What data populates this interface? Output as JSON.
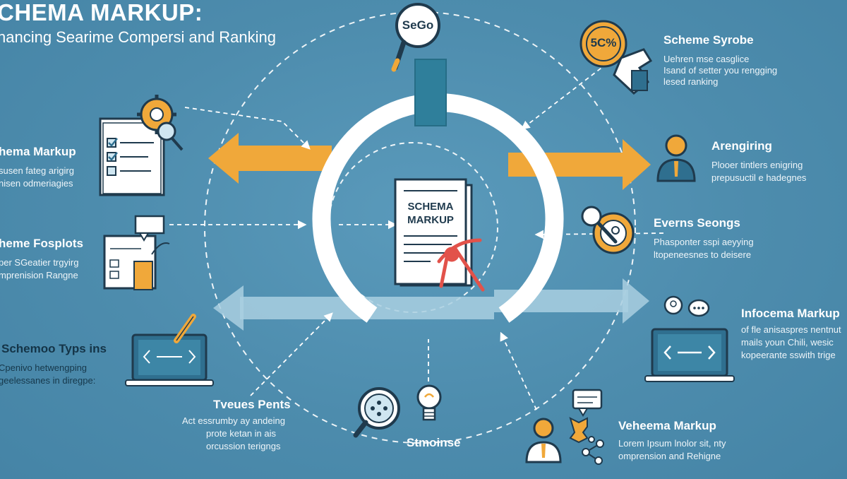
{
  "header": {
    "title": "CHEMA MARKUP:",
    "subtitle": "hancing Searime Compersi and Ranking"
  },
  "center": {
    "document_line1": "SCHEMA",
    "document_line2": "MARKUP"
  },
  "badges": {
    "search_label": "SeGo",
    "percent_label": "5C%"
  },
  "left_blocks": [
    {
      "title": "hema Markup",
      "desc": [
        "susen fateg arigirg",
        "nisen odmeriagies"
      ]
    },
    {
      "title": "heme Fosplots",
      "desc": [
        "per SGeatier trgyirg",
        "mprenision Rangne"
      ]
    },
    {
      "title": "Schemoo Typs ins",
      "desc": [
        "Cpenivo hetwengping",
        "geelessanes in diregpe:"
      ]
    }
  ],
  "right_blocks": [
    {
      "title": "Scheme Syrobe",
      "desc": [
        "Uehren mse casglice",
        "Isand of setter you rengging",
        "lesed ranking"
      ]
    },
    {
      "title": "Arengiring",
      "desc": [
        "Plooer tintlers enigring",
        "prepusuctil e hadegnes"
      ]
    },
    {
      "title": "Everns Seongs",
      "desc": [
        "Phasponter sspi aeyying",
        "ltopeneesnes to deisere"
      ]
    },
    {
      "title": "Infocema Markup",
      "desc": [
        "of fle anisaspres nentnut",
        "mails youn Chili, wesic",
        "kopeerante sswith trige"
      ]
    }
  ],
  "bottom_blocks": [
    {
      "title": "Tveues Pents",
      "desc": [
        "Act essrumby ay andeing",
        "prote ketan in ais",
        "orcussion terigngs"
      ]
    },
    {
      "title": "Stmoinse",
      "desc": []
    },
    {
      "title": "Vehеema Markup",
      "desc": [
        "Lorem Ipsum lnolor sit, nty",
        "omprension and Rehigne"
      ]
    }
  ],
  "icons": [
    "magnifier-icon",
    "percent-badge-icon",
    "hand-icon",
    "document-gear-icon",
    "checklist-icon",
    "person-icon",
    "search-person-icon",
    "chat-bubble-icon",
    "document-chart-icon",
    "laptop-code-icon",
    "pencil-icon",
    "lightbulb-icon",
    "search-nodes-icon",
    "user-puzzle-icon",
    "tool-icon"
  ],
  "colors": {
    "background": "#4f8fae",
    "accent_orange": "#f0a83a",
    "teal": "#2f7f9b",
    "dark_navy": "#1f3a4d",
    "white": "#ffffff",
    "red": "#e2524a"
  }
}
